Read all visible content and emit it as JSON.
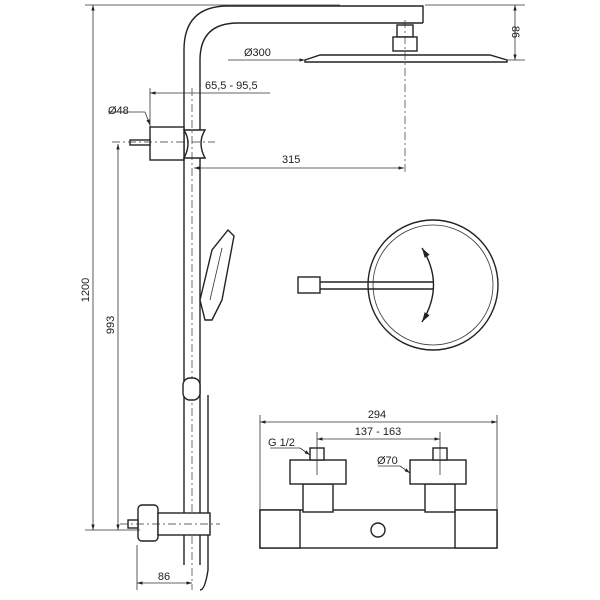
{
  "drawing": {
    "dimensions": {
      "head_height": "86",
      "head_diameter": "Ø300",
      "wall_distance_range": "65,5 - 95,5",
      "bracket_diameter": "Ø48",
      "head_projection": "315",
      "total_height": "1200",
      "bracket_height": "993",
      "mixer_width": "294",
      "thread": "G 1/2",
      "inlet_centres": "137 - 163",
      "knob_diameter": "Ø70",
      "mixer_depth": "86"
    }
  }
}
